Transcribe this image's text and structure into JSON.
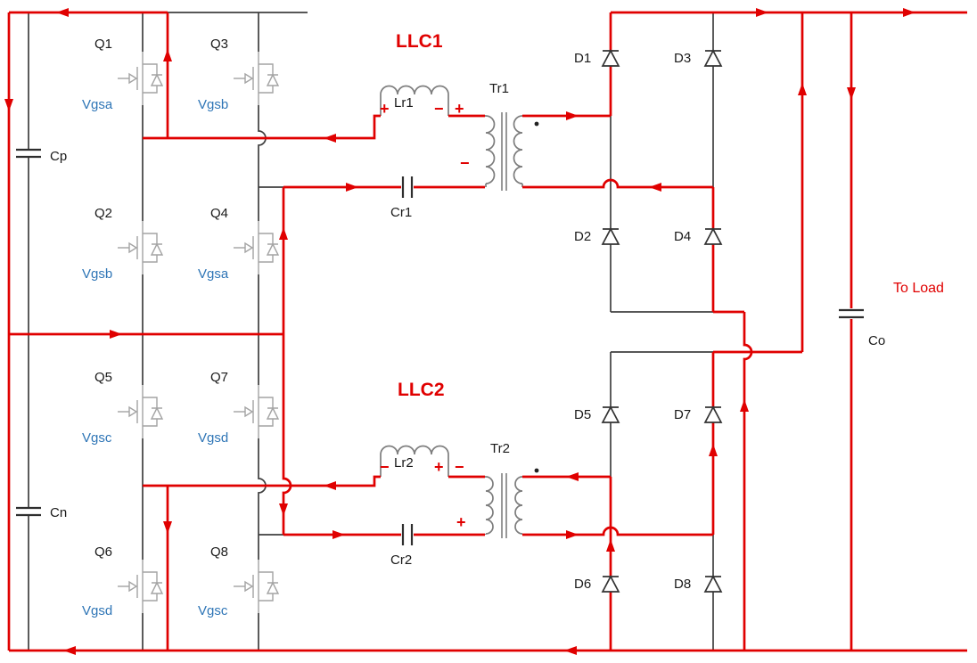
{
  "colors": {
    "current_path": "#e00000",
    "wire": "#3f3f3f",
    "mosfet_symbol": "#a3a3a3",
    "gate_label": "#2e75b6",
    "label": "#1a1a1a"
  },
  "annotations": {
    "llc1": "LLC1",
    "llc2": "LLC2",
    "to_load": "To Load"
  },
  "mosfets": [
    {
      "label": "Q1",
      "gate": "Vgsa"
    },
    {
      "label": "Q3",
      "gate": "Vgsb"
    },
    {
      "label": "Q2",
      "gate": "Vgsb"
    },
    {
      "label": "Q4",
      "gate": "Vgsa"
    },
    {
      "label": "Q5",
      "gate": "Vgsc"
    },
    {
      "label": "Q7",
      "gate": "Vgsd"
    },
    {
      "label": "Q6",
      "gate": "Vgsd"
    },
    {
      "label": "Q8",
      "gate": "Vgsc"
    }
  ],
  "diodes": [
    {
      "label": "D1"
    },
    {
      "label": "D3"
    },
    {
      "label": "D2"
    },
    {
      "label": "D4"
    },
    {
      "label": "D5"
    },
    {
      "label": "D7"
    },
    {
      "label": "D6"
    },
    {
      "label": "D8"
    }
  ],
  "capacitors": {
    "cp": "Cp",
    "cn": "Cn",
    "co": "Co",
    "cr1": "Cr1",
    "cr2": "Cr2"
  },
  "inductors": {
    "lr1": "Lr1",
    "lr2": "Lr2"
  },
  "transformers": {
    "tr1": "Tr1",
    "tr2": "Tr2"
  },
  "polarity": {
    "llc1": {
      "lr_left": "+",
      "lr_right": "−",
      "tr_top": "+",
      "tr_bottom": "−"
    },
    "llc2": {
      "lr_left": "−",
      "lr_right": "+",
      "tr_top": "−",
      "tr_bottom": "+"
    }
  }
}
